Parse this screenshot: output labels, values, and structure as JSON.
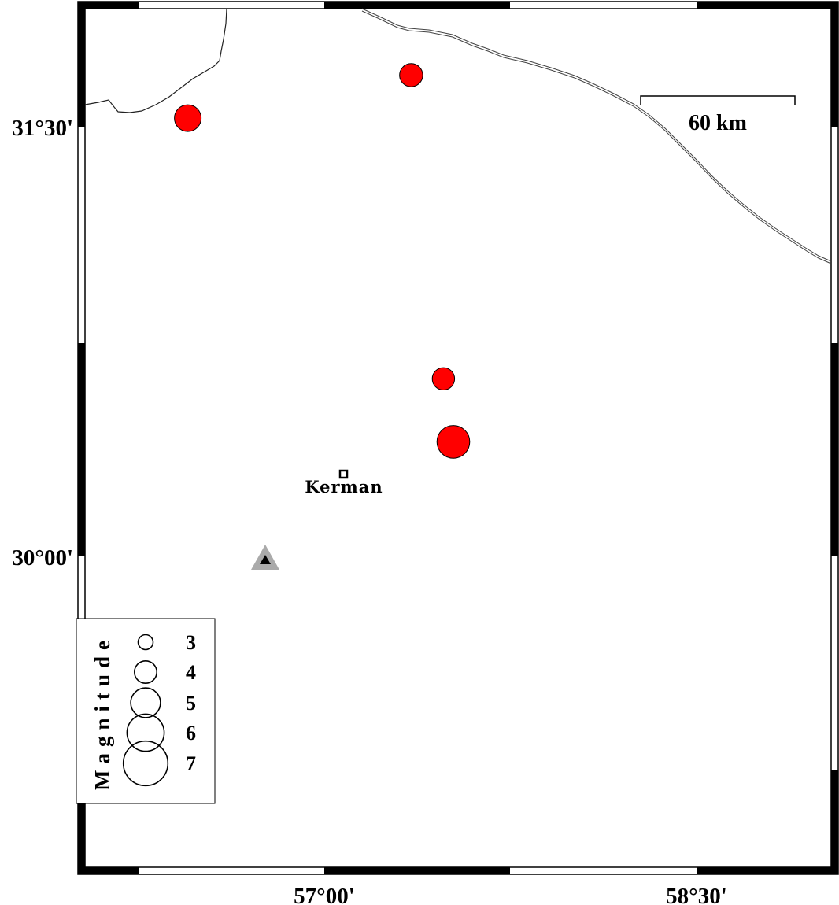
{
  "map": {
    "axes": {
      "lat_labels": [
        "31°30'",
        "30°00'"
      ],
      "lon_labels": [
        "57°00'",
        "58°30'"
      ]
    },
    "scale_bar": {
      "label": "60 km"
    },
    "city": {
      "name": "Kerman",
      "marker": "open-square"
    },
    "station": {
      "icon": "triangle-station-icon",
      "colors": {
        "outer": "#aaaaaa",
        "inner": "#000000"
      }
    },
    "events": [
      {
        "id": "event-1",
        "lon": 56.45,
        "lat": 31.53,
        "magnitude": 4.6,
        "color": "#ff0000"
      },
      {
        "id": "event-2",
        "lon": 57.35,
        "lat": 31.68,
        "magnitude": 4.1,
        "color": "#ff0000"
      },
      {
        "id": "event-3",
        "lon": 57.48,
        "lat": 30.62,
        "magnitude": 4.0,
        "color": "#ff0000"
      },
      {
        "id": "event-4",
        "lon": 57.52,
        "lat": 30.4,
        "magnitude": 5.4,
        "color": "#ff0000"
      }
    ],
    "legend": {
      "title": "Magnitude",
      "items": [
        {
          "label": "3",
          "magnitude": 3
        },
        {
          "label": "4",
          "magnitude": 4
        },
        {
          "label": "5",
          "magnitude": 5
        },
        {
          "label": "6",
          "magnitude": 6
        },
        {
          "label": "7",
          "magnitude": 7
        }
      ]
    }
  }
}
